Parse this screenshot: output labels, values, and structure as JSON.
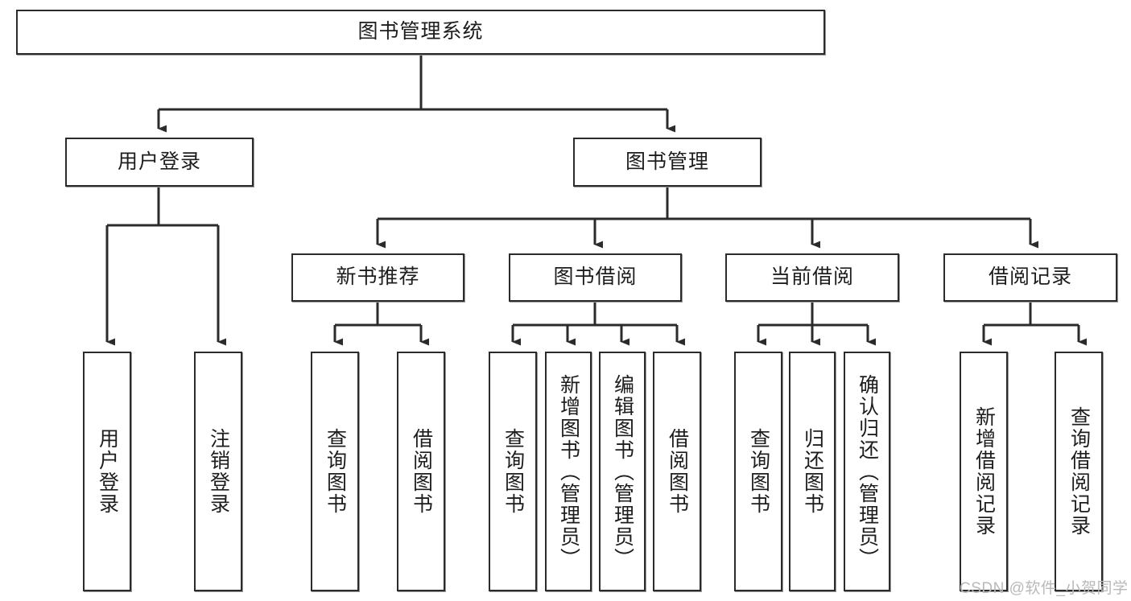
{
  "diagram": {
    "title": "图书管理系统",
    "type": "hierarchy-tree",
    "watermark": "CSDN @软件_小贺同学",
    "colors": {
      "box_border": "#2b2b2b",
      "box_fill": "#ffffff",
      "connector": "#2b2b2b",
      "text": "#1d1d1d",
      "watermark": "#b9b9b9",
      "background": "#ffffff"
    },
    "root": {
      "label": "图书管理系统"
    },
    "level2": [
      {
        "label": "用户登录"
      },
      {
        "label": "图书管理"
      }
    ],
    "level3": [
      {
        "label": "新书推荐"
      },
      {
        "label": "图书借阅"
      },
      {
        "label": "当前借阅"
      },
      {
        "label": "借阅记录"
      }
    ],
    "leaves": {
      "user_login": [
        {
          "label": "用户登录"
        },
        {
          "label": "注销登录"
        }
      ],
      "new_book_recommend": [
        {
          "label": "查询图书"
        },
        {
          "label": "借阅图书"
        }
      ],
      "book_borrow": [
        {
          "label": "查询图书"
        },
        {
          "label": "新增图书（管理员）"
        },
        {
          "label": "编辑图书（管理员）"
        },
        {
          "label": "借阅图书"
        }
      ],
      "current_borrow": [
        {
          "label": "查询图书"
        },
        {
          "label": "归还图书"
        },
        {
          "label": "确认归还（管理员）"
        }
      ],
      "borrow_record": [
        {
          "label": "新增借阅记录"
        },
        {
          "label": "查询借阅记录"
        }
      ]
    }
  }
}
